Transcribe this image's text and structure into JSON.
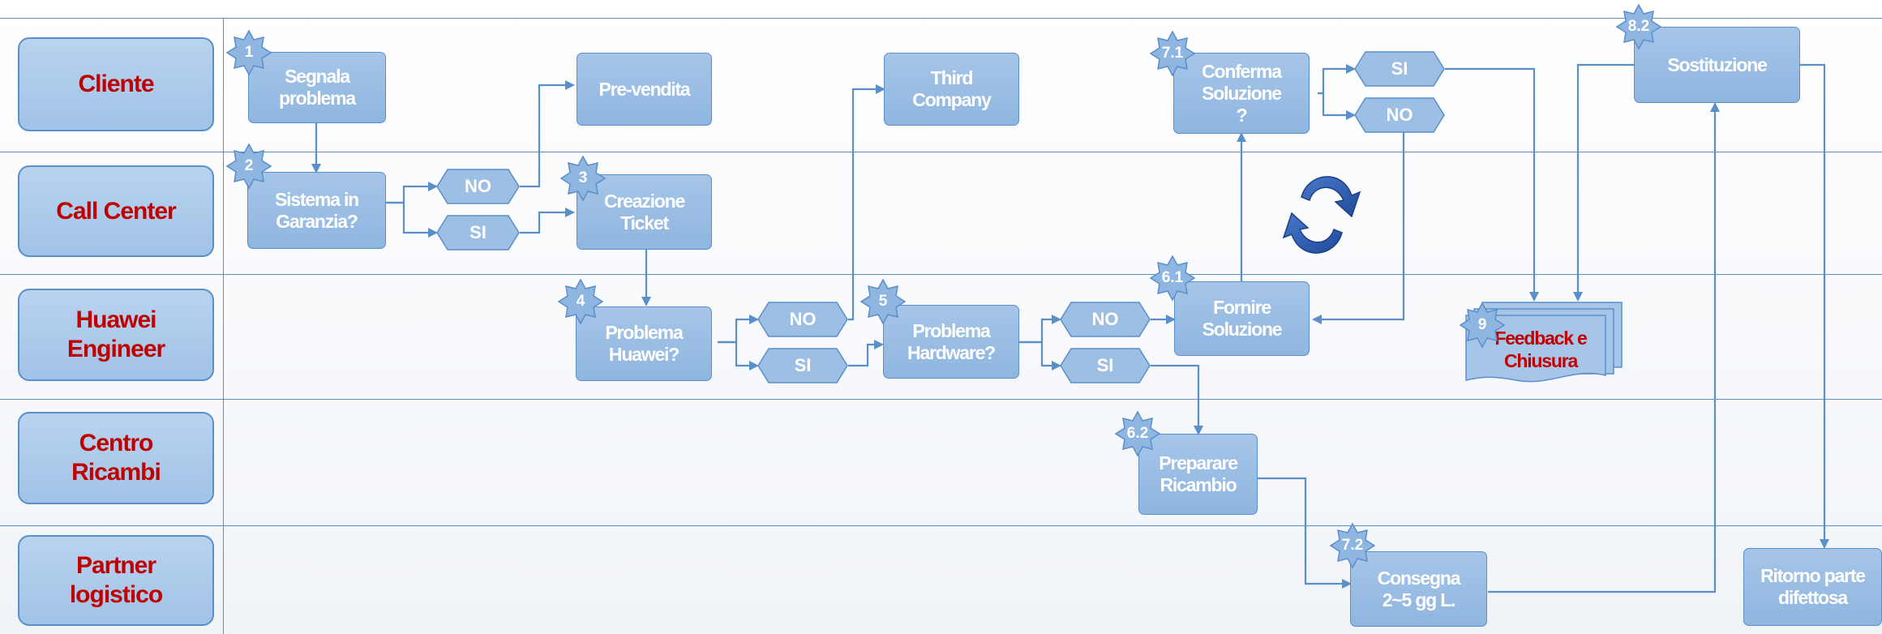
{
  "lanes": {
    "cliente": "Cliente",
    "call_center": "Call Center",
    "huawei_engineer": "Huawei\nEngineer",
    "centro_ricambi": "Centro\nRicambi",
    "partner_logistico": "Partner\nlogistico"
  },
  "steps": {
    "s1": {
      "badge": "1",
      "label": "Segnala\nproblema"
    },
    "pre_vendita": {
      "label": "Pre-vendita"
    },
    "third_company": {
      "label": "Third\nCompany"
    },
    "s71": {
      "badge": "7.1",
      "label": "Conferma\nSoluzione\n?"
    },
    "s82": {
      "badge": "8.2",
      "label": "Sostituzione"
    },
    "s2": {
      "badge": "2",
      "label": "Sistema in\nGaranzia?"
    },
    "s3": {
      "badge": "3",
      "label": "Creazione\nTicket"
    },
    "s4": {
      "badge": "4",
      "label": "Problema\nHuawei?"
    },
    "s5": {
      "badge": "5",
      "label": "Problema\nHardware?"
    },
    "s61": {
      "badge": "6.1",
      "label": "Fornire\nSoluzione"
    },
    "s9": {
      "badge": "9",
      "label": "Feedback e\nChiusura"
    },
    "s62": {
      "badge": "6.2",
      "label": "Preparare\nRicambio"
    },
    "s72": {
      "badge": "7.2",
      "label": "Consegna\n2~5 gg L."
    },
    "ritorno": {
      "label": "Ritorno parte\ndifettosa"
    }
  },
  "decisions": {
    "d2_no": "NO",
    "d2_si": "SI",
    "d4_no": "NO",
    "d4_si": "SI",
    "d5_no": "NO",
    "d5_si": "SI",
    "d71_si": "SI",
    "d71_no": "NO"
  },
  "colors": {
    "box_fill": "#9dbfe4",
    "box_border": "#5b8fc9",
    "lane_text": "#c00000",
    "connector": "#5b8fc9",
    "cycle_icon": "#2f5bb0"
  },
  "icons": {
    "cycle": "refresh-cycle-icon"
  }
}
